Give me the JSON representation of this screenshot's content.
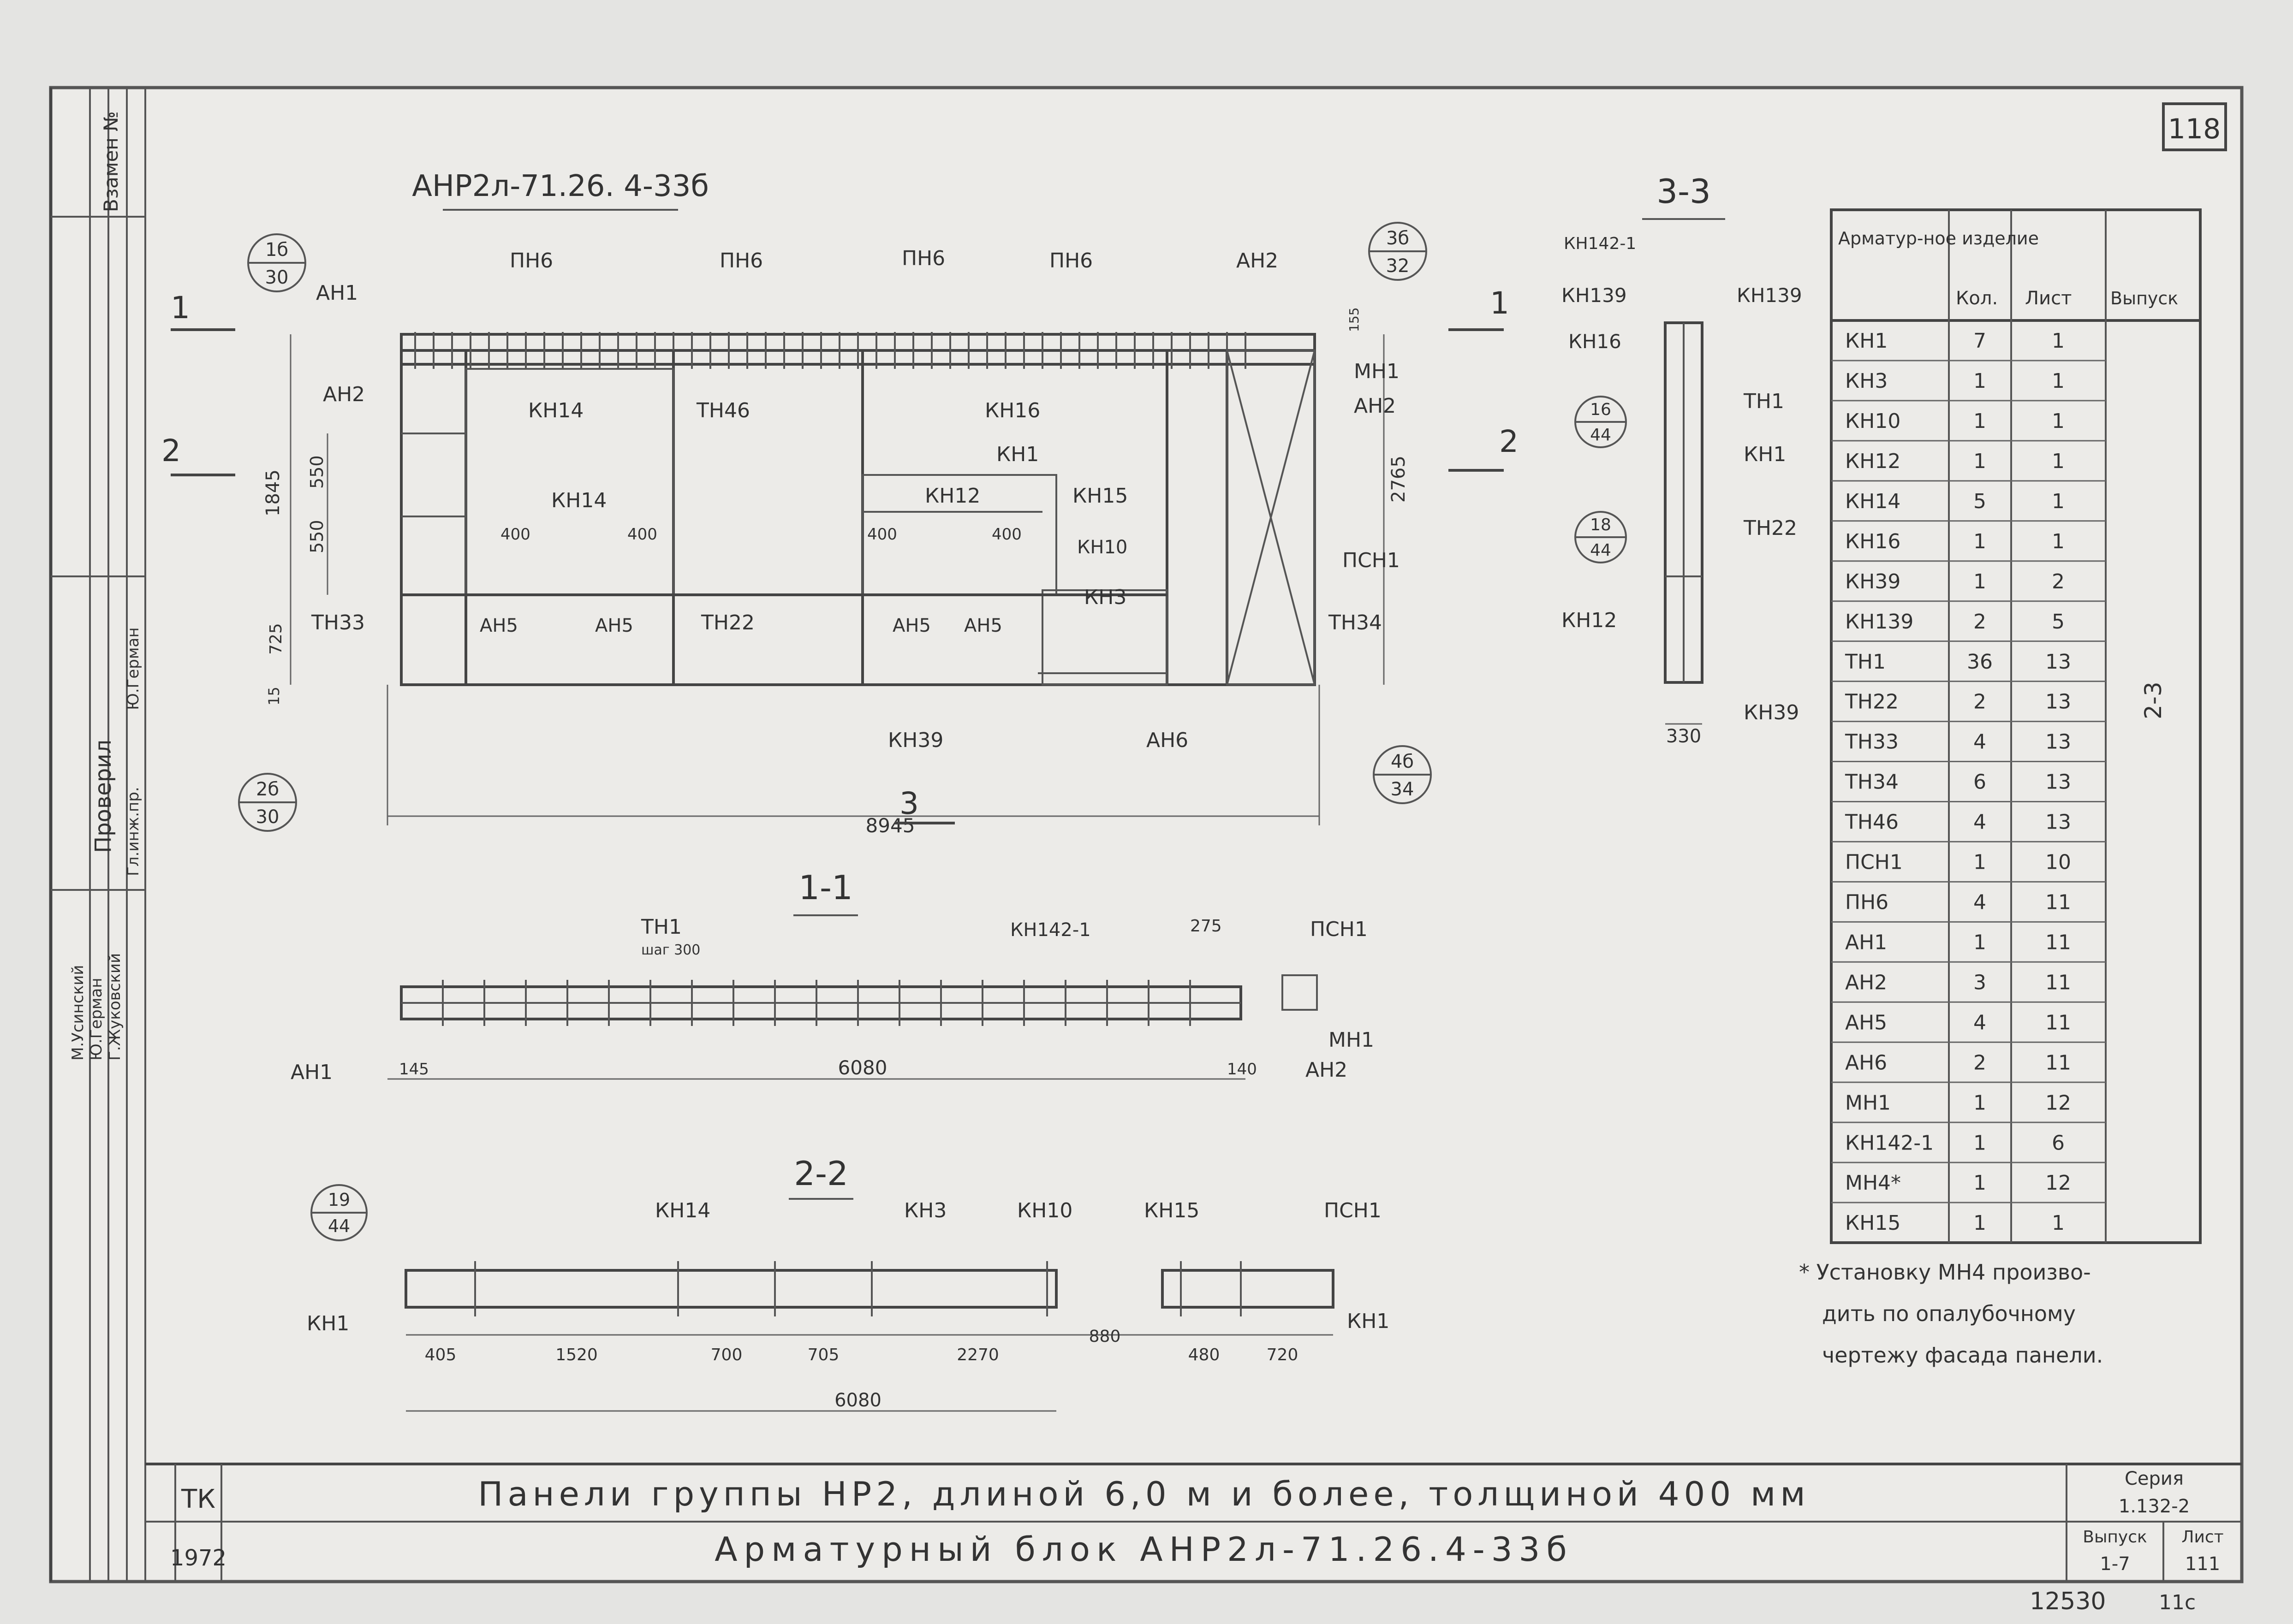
{
  "sheet_number": "118",
  "drawing_title": "АНР2л-71.26. 4-33б",
  "section_3_3": "3-3",
  "section_1_1": "1-1",
  "section_2_2": "2-2",
  "cut_labels": {
    "c1": "1",
    "c2": "2",
    "c3": "3"
  },
  "main_view": {
    "callouts": [
      {
        "top": "1б",
        "bottom": "30"
      },
      {
        "top": "3б",
        "bottom": "32"
      },
      {
        "top": "2б",
        "bottom": "30"
      },
      {
        "top": "4б",
        "bottom": "34"
      }
    ],
    "labels": {
      "ah1": "АН1",
      "ah2a": "АН2",
      "ah2b": "АН2",
      "ah2c": "АН2",
      "pn6a": "ПН6",
      "pn6b": "ПН6",
      "pn6c": "ПН6",
      "pn6d": "ПН6",
      "kn14a": "КН14",
      "kn14b": "КН14",
      "tn46": "ТН46",
      "kn16": "КН16",
      "kn1": "КН1",
      "mn1": "МН1",
      "kn12": "КН12",
      "kn15": "КН15",
      "kn10": "КН10",
      "kn3": "КН3",
      "psn1": "ПСН1",
      "tn33": "ТН33",
      "tn22": "ТН22",
      "tn34": "ТН34",
      "ah5a": "АН5",
      "ah5b": "АН5",
      "ah5c": "АН5",
      "ah5d": "АН5",
      "kn39": "КН39",
      "ah6": "АН6"
    },
    "dims": {
      "d1845": "1845",
      "d550a": "550",
      "d550b": "550",
      "d725": "725",
      "d15": "15",
      "d400a": "400",
      "d400b": "400",
      "d400c": "400",
      "d400d": "400",
      "d2765": "2765",
      "d8945": "8945",
      "d155": "155"
    }
  },
  "view_3_3": {
    "labels": {
      "kn142": "КН142-1",
      "kn139a": "КН139",
      "kn139b": "КН139",
      "kn16": "КН16",
      "th1": "ТН1",
      "kn1": "КН1",
      "tn22": "ТН22",
      "kn12": "КН12",
      "kn39": "КН39"
    },
    "callouts": [
      {
        "top": "16",
        "bottom": "44"
      },
      {
        "top": "18",
        "bottom": "44"
      }
    ],
    "dim": "330"
  },
  "view_1_1": {
    "labels": {
      "th1": "ТН1",
      "step": "шаг 300",
      "kn142": "КН142-1",
      "psn1": "ПСН1",
      "mn1": "МН1",
      "ah1": "АН1",
      "ah2": "АН2"
    },
    "dims": {
      "d275": "275",
      "d145": "145",
      "d6080": "6080",
      "d140": "140"
    }
  },
  "view_2_2": {
    "callout": {
      "top": "19",
      "bottom": "44"
    },
    "labels": {
      "kn14": "КН14",
      "kn3": "КН3",
      "kn10": "КН10",
      "kn15": "КН15",
      "psn1": "ПСН1",
      "kn1a": "КН1",
      "kn1b": "КН1"
    },
    "dims": [
      "405",
      "1520",
      "700",
      "705",
      "2270",
      "880",
      "480",
      "720"
    ],
    "total": "6080"
  },
  "spec_table": {
    "headers": [
      "Арматур-ное изделие",
      "Кол.",
      "Лист",
      "Выпуск"
    ],
    "rows": [
      [
        "КН1",
        "7",
        "1"
      ],
      [
        "КН3",
        "1",
        "1"
      ],
      [
        "КН10",
        "1",
        "1"
      ],
      [
        "КН12",
        "1",
        "1"
      ],
      [
        "КН14",
        "5",
        "1"
      ],
      [
        "КН16",
        "1",
        "1"
      ],
      [
        "КН39",
        "1",
        "2"
      ],
      [
        "КН139",
        "2",
        "5"
      ],
      [
        "ТН1",
        "36",
        "13"
      ],
      [
        "ТН22",
        "2",
        "13"
      ],
      [
        "ТН33",
        "4",
        "13"
      ],
      [
        "ТН34",
        "6",
        "13"
      ],
      [
        "ТН46",
        "4",
        "13"
      ],
      [
        "ПСН1",
        "1",
        "10"
      ],
      [
        "ПН6",
        "4",
        "11"
      ],
      [
        "АН1",
        "1",
        "11"
      ],
      [
        "АН2",
        "3",
        "11"
      ],
      [
        "АН5",
        "4",
        "11"
      ],
      [
        "АН6",
        "2",
        "11"
      ],
      [
        "МН1",
        "1",
        "12"
      ],
      [
        "КН142-1",
        "1",
        "6"
      ],
      [
        "МН4*",
        "1",
        "12"
      ],
      [
        "КН15",
        "1",
        "1"
      ]
    ],
    "vypusk": "2-3"
  },
  "footnote": [
    "* Установку МН4 произво-",
    "дить по опалубочному",
    "чертежу фасада панели."
  ],
  "side_stamp": {
    "vzamen": "Взамен №",
    "proverka": "Проверил",
    "names": [
      "Ю.Герман",
      "Гл.инж.пр.",
      "Г.Жуковский",
      "Ю.Герман",
      "М.Усинский"
    ]
  },
  "title_block": {
    "line1": "Панели группы НР2, длиной 6,0 м и более, толщиной 400 мм",
    "line2": "Арматурный блок АНР2л-71.26.4-33б",
    "left_code": "ТК",
    "left_num": "1972",
    "seria_label": "Серия",
    "seria_value": "1.132-2",
    "vypusk_label": "Выпуск",
    "vypusk_value": "1-7",
    "list_label": "Лист",
    "list_value": "111"
  },
  "inv_number": "12530",
  "inv_suffix": "11с"
}
